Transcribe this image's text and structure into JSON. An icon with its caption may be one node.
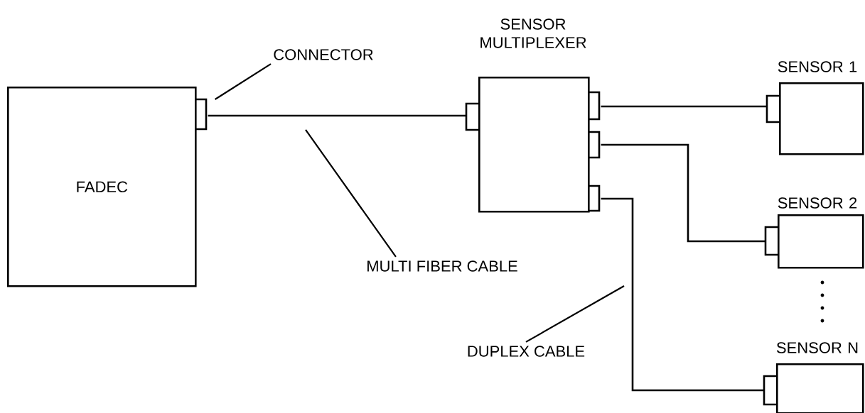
{
  "diagram": {
    "nodes": [
      {
        "text": [
          "FADEC"
        ]
      },
      {
        "text": [
          "SENSOR MULTIPLEXER"
        ]
      },
      {
        "text": [
          "SENSOR 1"
        ]
      },
      {
        "text": [
          "SENSOR 2"
        ]
      },
      {
        "text": [
          "SENSOR N"
        ]
      },
      {
        "text": [
          "CONNECTOR"
        ]
      },
      {
        "text": [
          "MULTI FIBER CABLE"
        ]
      },
      {
        "text": [
          "DUPLEX CABLE"
        ]
      }
    ],
    "edges": [
      {
        "from": 0,
        "to": 1,
        "arrow": "none"
      },
      {
        "from": 1,
        "to": 2,
        "arrow": "none"
      },
      {
        "from": 1,
        "to": 3,
        "arrow": "none"
      },
      {
        "from": 1,
        "to": 4,
        "arrow": "none"
      },
      {
        "from": 5,
        "to": 0,
        "arrow": "none"
      },
      {
        "from": 6,
        "to": null,
        "arrow": "none"
      },
      {
        "from": 7,
        "to": null,
        "arrow": "none"
      }
    ]
  }
}
